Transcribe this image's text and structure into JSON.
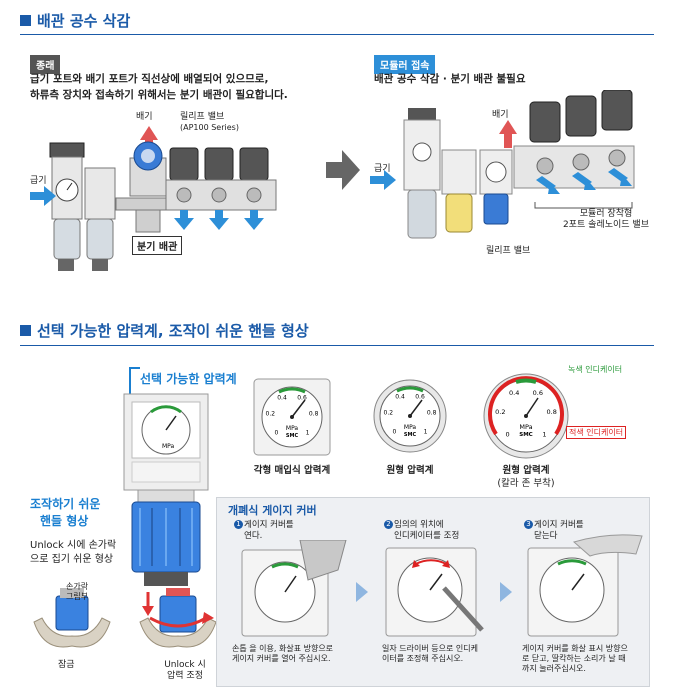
{
  "section1": {
    "title": "배관 공수 삭감",
    "left": {
      "tag": "종래",
      "desc_line1": "급기 포트와 배기 포트가 직선상에 배열되어 있으므로,",
      "desc_line2": "하류측 장치와 접속하기 위해서는 분기 배관이 필요합니다.",
      "label_exhaust": "배기",
      "label_relief": "릴리프 밸브",
      "label_relief_series": "(AP100 Series)",
      "label_supply": "급기",
      "label_branch": "분기 배관"
    },
    "right": {
      "tag": "모듈러 접속",
      "desc": "배관 공수 삭감 · 분기 배관 불필요",
      "label_exhaust": "배기",
      "label_supply": "급기",
      "label_relief": "릴리프 밸브",
      "label_valve_line1": "모듈러 장착형",
      "label_valve_line2": "2포트 솔레노이드 밸브"
    }
  },
  "section2": {
    "title": "선택 가능한 압력계, 조작이 쉬운 핸들 형상",
    "callout_gauge": "선택 가능한 압력계",
    "callout_handle_line1": "조작하기 쉬운",
    "callout_handle_line2": "핸들 형상",
    "handle_desc_line1": "Unlock 시에 손가락",
    "handle_desc_line2": "으로 집기 쉬운 형상",
    "label_grip_line1": "손가락",
    "label_grip_line2": "그립부",
    "label_lock": "잠금",
    "label_unlock_line1": "Unlock 시",
    "label_unlock_line2": "압력 조정",
    "gauges": {
      "square_label": "각형 매입식 압력계",
      "round_label": "원형 압력계",
      "zone_label_line1": "원형 압력계",
      "zone_label_line2": "(칼라 존 부착)",
      "green_indicator": "녹색 인디케이터",
      "red_indicator": "적색 인디케이터",
      "unit": "MPa",
      "brand": "SMC",
      "ticks": [
        "0",
        "0.2",
        "0.4",
        "0.6",
        "0.8",
        "1"
      ]
    },
    "panel": {
      "title": "개폐식 게이지 커버",
      "step1_num": "1",
      "step1_title_line1": "게이지 커버를",
      "step1_title_line2": "연다.",
      "step1_desc_line1": "손톱 을 이용, 화살표 방향으로",
      "step1_desc_line2": "게이지 커버를 열어 주십시오.",
      "step2_num": "2",
      "step2_title_line1": "임의의 위치에",
      "step2_title_line2": "인디케이터를 조정",
      "step2_desc_line1": "일자 드라이버 등으로 인디케",
      "step2_desc_line2": "이터를 조정해 주십시오.",
      "step3_num": "3",
      "step3_title_line1": "게이지 커버를",
      "step3_title_line2": "닫는다",
      "step3_desc_line1": "게이지 커버를 화살 표시 방향으",
      "step3_desc_line2": "로 닫고, 딸칵하는 소리가 날 때",
      "step3_desc_line3": "까지 눌러주십시오."
    }
  },
  "colors": {
    "accent": "#1a5aa8",
    "callout": "#1a7fd0",
    "red": "#d22222",
    "green": "#2a9a3a",
    "flow": "#2d8fd8",
    "exhaust": "#d93a3a"
  }
}
